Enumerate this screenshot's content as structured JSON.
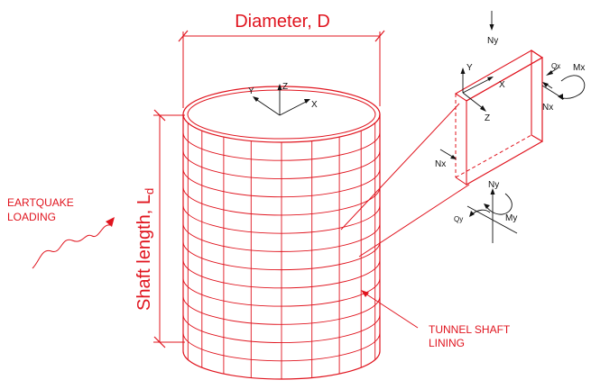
{
  "labels": {
    "diameter": "Diameter, D",
    "shaft_length": "Shaft length, L",
    "shaft_length_sub": "d",
    "earthquake_line1": "EARTQUAKE",
    "earthquake_line2": "LOADING",
    "lining_line1": "TUNNEL SHAFT",
    "lining_line2": "LINING"
  },
  "axes": {
    "x": "X",
    "y": "Y",
    "z": "Z"
  },
  "forces": {
    "ny": "Ny",
    "nx": "Nx",
    "qx": "Qx",
    "qy": "Qy",
    "mx": "Mx",
    "my": "My"
  },
  "colors": {
    "accent": "#e0141e",
    "ink": "#111111"
  }
}
